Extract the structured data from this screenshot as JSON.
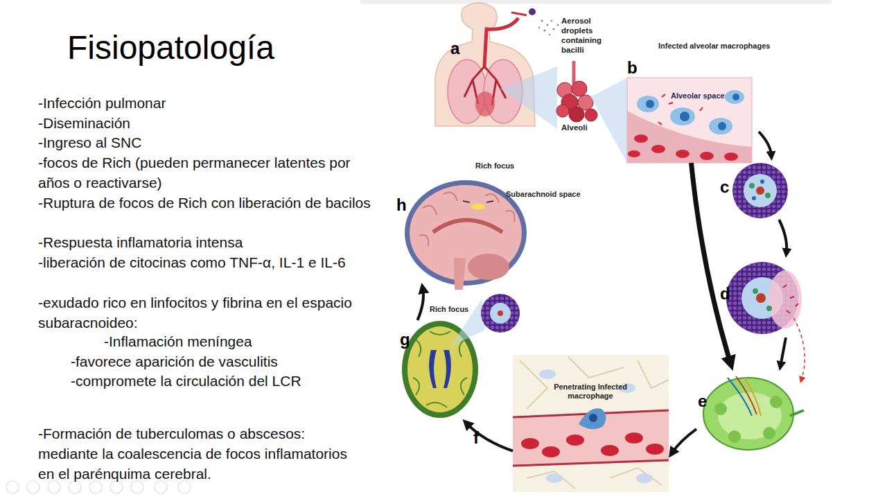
{
  "diagram": {
    "title": "Fisiopatología",
    "nodes": [
      {
        "text": [
          "a",
          "Aerosol droplets containing bacilli",
          "Alveoli"
        ]
      },
      {
        "text": [
          "b",
          "Infected alveolar macrophages",
          "Alveolar space"
        ]
      },
      {
        "text": [
          "c"
        ]
      },
      {
        "text": [
          "d"
        ]
      },
      {
        "text": [
          "e"
        ]
      },
      {
        "text": [
          "f",
          "Penetrating Infected macrophage"
        ]
      },
      {
        "text": [
          "g",
          "Rich focus"
        ]
      },
      {
        "text": [
          "h",
          "Rich focus",
          "Subarachnoid space"
        ]
      }
    ],
    "edges": [
      {
        "from": 1,
        "to": 2,
        "arrow": "to"
      },
      {
        "from": 2,
        "to": 3,
        "arrow": "to"
      },
      {
        "from": 3,
        "to": 4,
        "arrow": "to"
      },
      {
        "from": 1,
        "to": 4,
        "arrow": "to"
      },
      {
        "from": 3,
        "to": 4,
        "arrow": "to"
      },
      {
        "from": 4,
        "to": 5,
        "arrow": "to"
      },
      {
        "from": 5,
        "to": 6,
        "arrow": "to"
      },
      {
        "from": 6,
        "to": 7,
        "arrow": "to"
      }
    ],
    "labels": [
      "-Infección pulmonar",
      "-Diseminación",
      "-Ingreso al SNC",
      "-focos de Rich (pueden permanecer latentes por años o reactivarse)",
      "-Ruptura de focos de Rich con liberación de bacilos",
      "-Respuesta inflamatoria intensa",
      "-liberación de citocinas como TNF-α, IL-1 e IL-6",
      "-exudado rico en linfocitos y fibrina en el espacio subaracnoideo:",
      "-Inflamación meníngea",
      "-favorece aparición de vasculitis",
      "-compromete la circulación del LCR",
      "-Formación de tuberculomas o abscesos: mediante la coalescencia de focos inflamatorios en el parénquima cerebral."
    ]
  }
}
